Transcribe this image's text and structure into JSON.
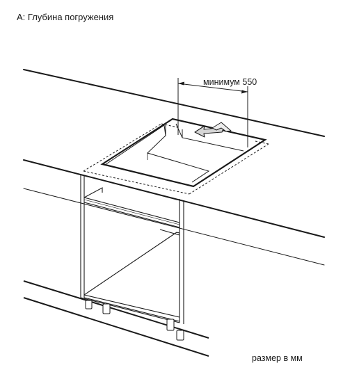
{
  "caption": "A: Глубина погружения",
  "dimension": {
    "label": "минимум 550"
  },
  "units_note": "размер в мм"
}
